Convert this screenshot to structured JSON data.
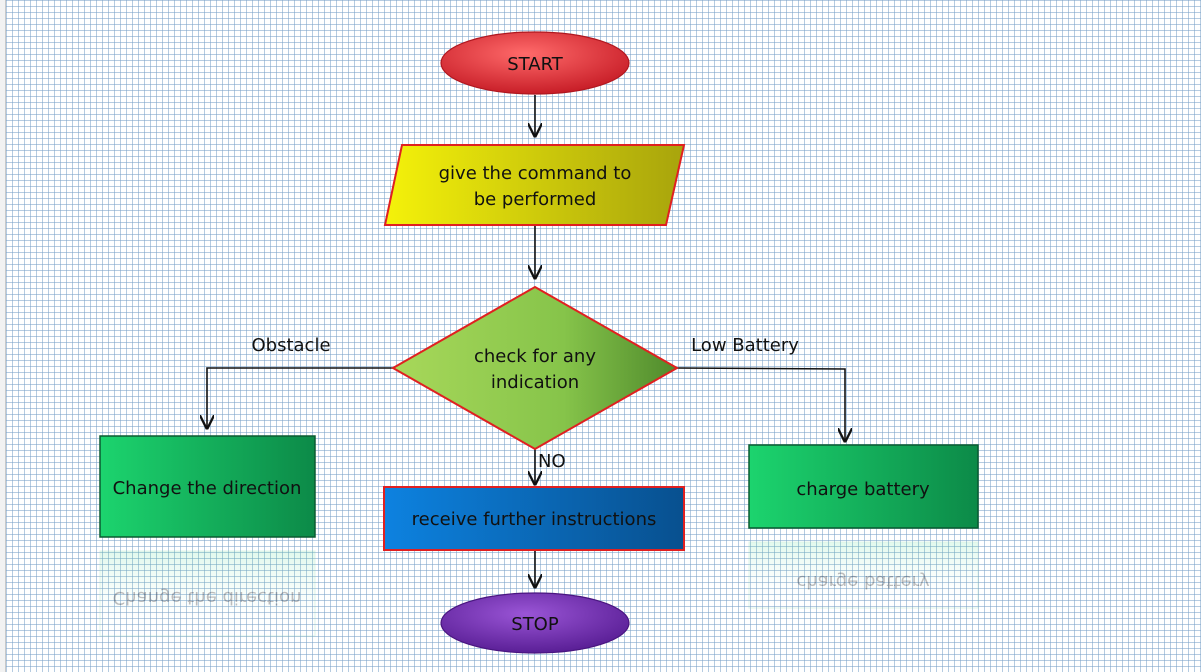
{
  "nodes": {
    "start": "START",
    "command_line1": "give the command to",
    "command_line2": "be performed",
    "decision_line1": "check for any",
    "decision_line2": "indication",
    "change_direction": "Change the direction",
    "receive_instructions": "receive further instructions",
    "charge_battery": "charge battery",
    "stop": "STOP"
  },
  "edges": {
    "obstacle": "Obstacle",
    "low_battery": "Low Battery",
    "no": "NO"
  },
  "colors": {
    "start_fill": "#e8343c",
    "command_fill": "#e3e011",
    "decision_fill": "#8ccb4a",
    "action_fill": "#16b865",
    "receive_fill": "#0b6fc4",
    "stop_fill": "#7a35b5",
    "outline": "#e02020"
  }
}
